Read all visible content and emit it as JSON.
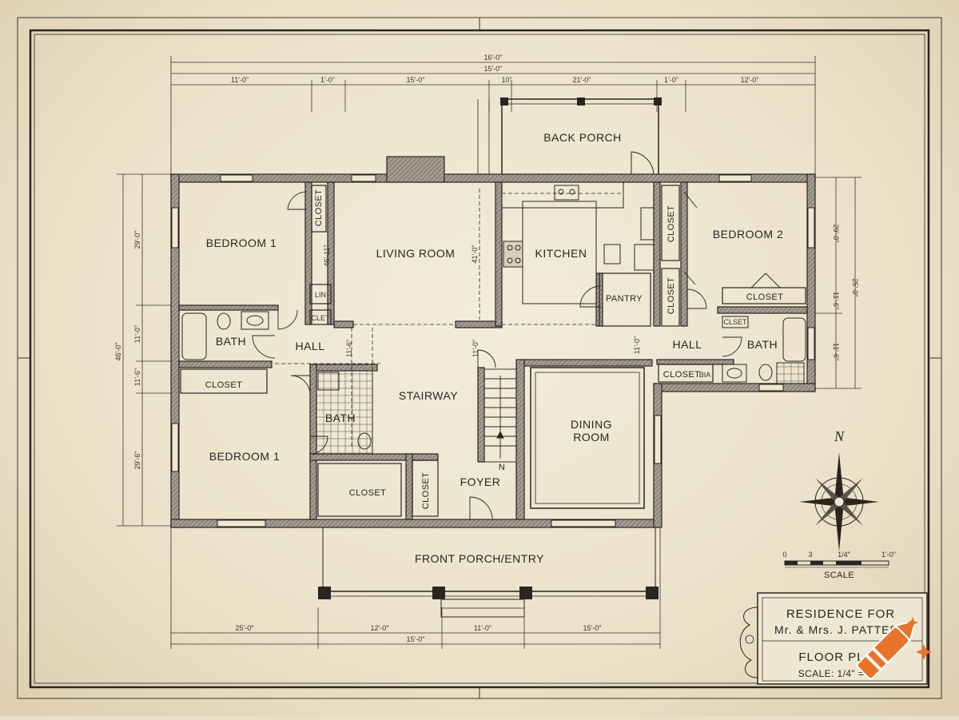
{
  "plan": {
    "overall_dims": {
      "top_1": "16'-0\"",
      "top_2": "15'-0\""
    },
    "top_segments": [
      "11'-0\"",
      "1'-0\"",
      "15'-0\"",
      "10\"",
      "21'-0\"",
      "1'-0\"",
      "12'-0\""
    ],
    "bottom_segments": [
      "25'-0\"",
      "12'-0\"",
      "11'-0\"",
      "15'-0\""
    ],
    "bottom_total": "15'-0\"",
    "left_dims": [
      "29'-0\"",
      "11'-0\"",
      "11'-6\"",
      "29'-6\""
    ],
    "left_total": "46'-0\"",
    "right_dims": [
      "29'-0\"",
      "11'-6\"",
      "11'-6\""
    ],
    "right_total": "25'-0\"",
    "interior_dims": [
      "46'-11\"",
      "41'-0\"",
      "11'-6\"",
      "11'-0\"",
      "11'-0\""
    ],
    "rooms": {
      "back_porch": "BACK PORCH",
      "bedroom_1_top": "BEDROOM 1",
      "closet_a": "CLOSET",
      "living_room": "LIVING ROOM",
      "kitchen": "KITCHEN",
      "closet_b": "CLOSET",
      "bedroom_2": "BEDROOM 2",
      "closet_c": "CLOSET",
      "pantry": "PANTRY",
      "closet_d": "CLOSET",
      "linen": "LIN",
      "clet": "CLET",
      "bath_left": "BATH",
      "hall_left": "HALL",
      "closet_left": "CLOSET",
      "bath_center": "BATH",
      "stairway": "STAIRWAY",
      "dining_room_1": "DINING",
      "dining_room_2": "ROOM",
      "hall_right": "HALL",
      "clset": "CLSET",
      "bath_right": "BATH",
      "closet_right": "CLOSET",
      "closet_right_abbr": "BIA",
      "bedroom_1_bottom": "BEDROOM 1",
      "closet_mid": "CLOSET",
      "closet_vert": "CLOSET",
      "foyer": "FOYER",
      "stair_n": "N",
      "front_porch": "FRONT PORCH/ENTRY"
    }
  },
  "compass": {
    "north_label": "N"
  },
  "scale_bar": {
    "ticks": [
      "0",
      "3",
      "1/4\"",
      "1'-0\""
    ],
    "label": "SCALE"
  },
  "title_block": {
    "line1": "RESIDENCE FOR",
    "line2": "Mr. & Mrs. J. PATTERS",
    "line3": "FLOOR PLA",
    "line4": "SCALE: 1/4\" ="
  },
  "colors": {
    "paper": "#efe7d2",
    "ink": "#2a2520",
    "wall_fill": "#9a948a",
    "logo": "#e8742a"
  }
}
